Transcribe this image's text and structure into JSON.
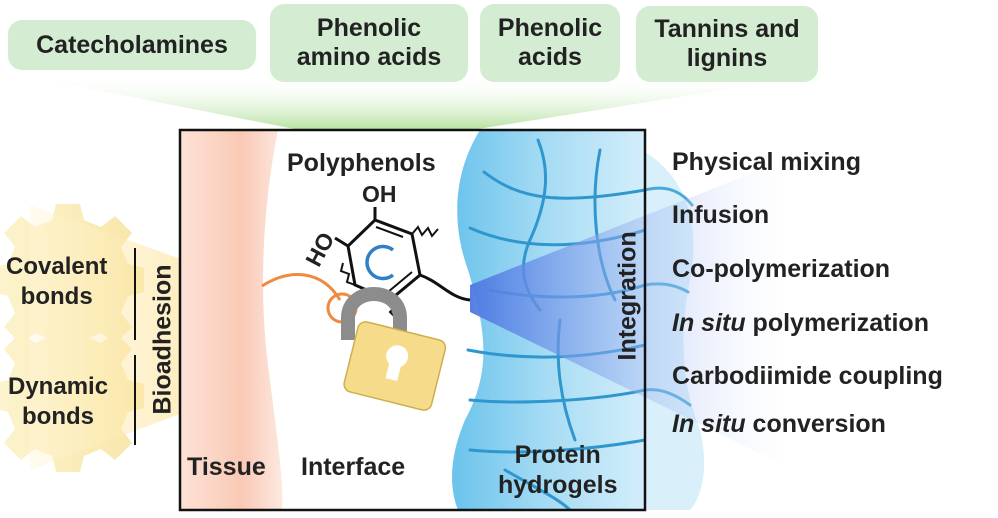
{
  "sources": {
    "catecholamines": "Catecholamines",
    "phenolic_amino_acids": "Phenolic\namino acids",
    "phenolic_acids": "Phenolic\nacids",
    "tannins_lignins": "Tannins and\nlignins"
  },
  "labels": {
    "polyphenols": "Polyphenols",
    "tissue": "Tissue",
    "interface": "Interface",
    "protein_hydrogels": "Protein\nhydrogels",
    "bioadhesion": "Bioadhesion",
    "integration": "Integration",
    "covalent_bonds": "Covalent\nbonds",
    "dynamic_bonds": "Dynamic\nbonds",
    "oh": "OH",
    "ho": "HO"
  },
  "integration_methods": {
    "physical_mixing": "Physical mixing",
    "infusion": "Infusion",
    "co_polymerization": "Co-polymerization",
    "in_situ_polymerization_em": "In situ",
    "in_situ_polymerization_rest": " polymerization",
    "carbodiimide_coupling": "Carbodiimide coupling",
    "in_situ_conversion_em": "In situ",
    "in_situ_conversion_rest": " conversion"
  },
  "colors": {
    "source_pill": "#d4ecd2",
    "source_beam": "#a8dc8e",
    "tissue": "#f8c8b4",
    "hydrogel": "#8cd0ef",
    "fiber": "#2f97cd",
    "integration_beam": "#7aa4ea",
    "bioadhesion_beam": "#f8d66e",
    "gear": "#fbeebb",
    "lock": "#f6dc8a",
    "shackle": "#8c8c8c",
    "bond_link": "#ef8a3e"
  }
}
